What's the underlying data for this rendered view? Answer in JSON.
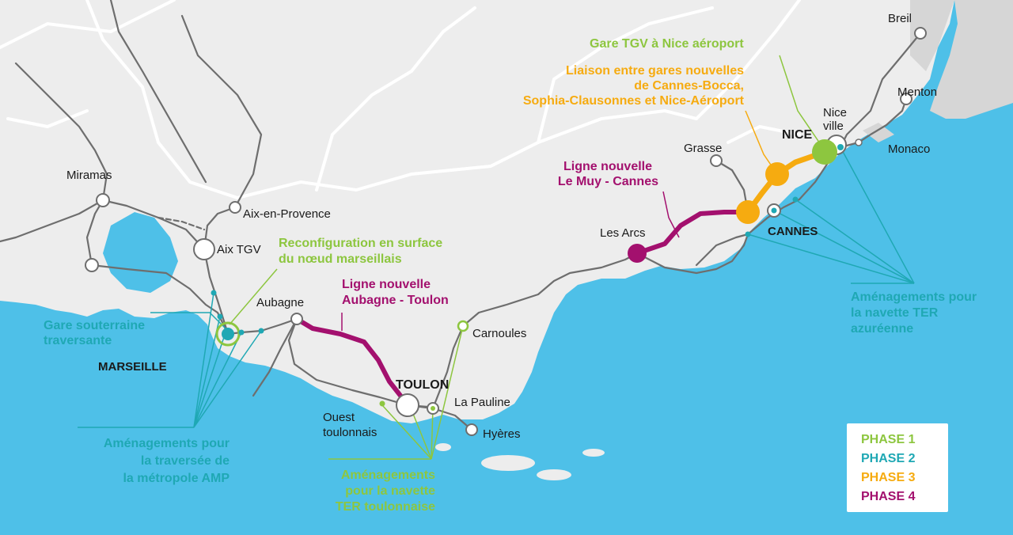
{
  "colors": {
    "sea": "#4ec0e8",
    "land": "#ededed",
    "mountains": "#d6d6d6",
    "rail": "#6e6e6e",
    "phase1": "#8dc63f",
    "phase2": "#1fa8b4",
    "phase3": "#f6ab10",
    "phase4": "#a3106e"
  },
  "cities": {
    "breil": "Breil",
    "menton": "Menton",
    "monaco": "Monaco",
    "nice": "NICE",
    "nice_ville_1": "Nice",
    "nice_ville_2": "ville",
    "grasse": "Grasse",
    "cannes": "CANNES",
    "les_arcs": "Les Arcs",
    "miramas": "Miramas",
    "aix_en_provence": "Aix-en-Provence",
    "aix_tgv": "Aix TGV",
    "aubagne": "Aubagne",
    "marseille": "MARSEILLE",
    "carnoules": "Carnoules",
    "toulon": "TOULON",
    "la_pauline": "La Pauline",
    "hyeres": "Hyères",
    "ouest_toulonnais_1": "Ouest",
    "ouest_toulonnais_2": "toulonnais"
  },
  "annotations": {
    "gare_tgv_nice": "Gare TGV à Nice aéroport",
    "liaison": [
      "Liaison entre gares nouvelles",
      "de Cannes-Bocca,",
      "Sophia-Clausonnes et Nice-Aéroport"
    ],
    "ligne_muy_cannes": [
      "Ligne nouvelle",
      "Le Muy - Cannes"
    ],
    "reconfiguration": [
      "Reconfiguration en surface",
      "du nœud marseillais"
    ],
    "ligne_aubagne_toulon": [
      "Ligne nouvelle",
      "Aubagne - Toulon"
    ],
    "gare_souterraine": [
      "Gare souterraine",
      "traversante"
    ],
    "amenagements_amp": [
      "Aménagements pour",
      "la traversée de",
      "la métropole AMP"
    ],
    "amenagements_toulon": [
      "Aménagements",
      "pour la navette",
      "TER toulonnaise"
    ],
    "amenagements_azur": [
      "Aménagements pour",
      "la navette TER",
      "azuréenne"
    ]
  },
  "legend": {
    "phase1": "PHASE 1",
    "phase2": "PHASE 2",
    "phase3": "PHASE 3",
    "phase4": "PHASE 4"
  }
}
